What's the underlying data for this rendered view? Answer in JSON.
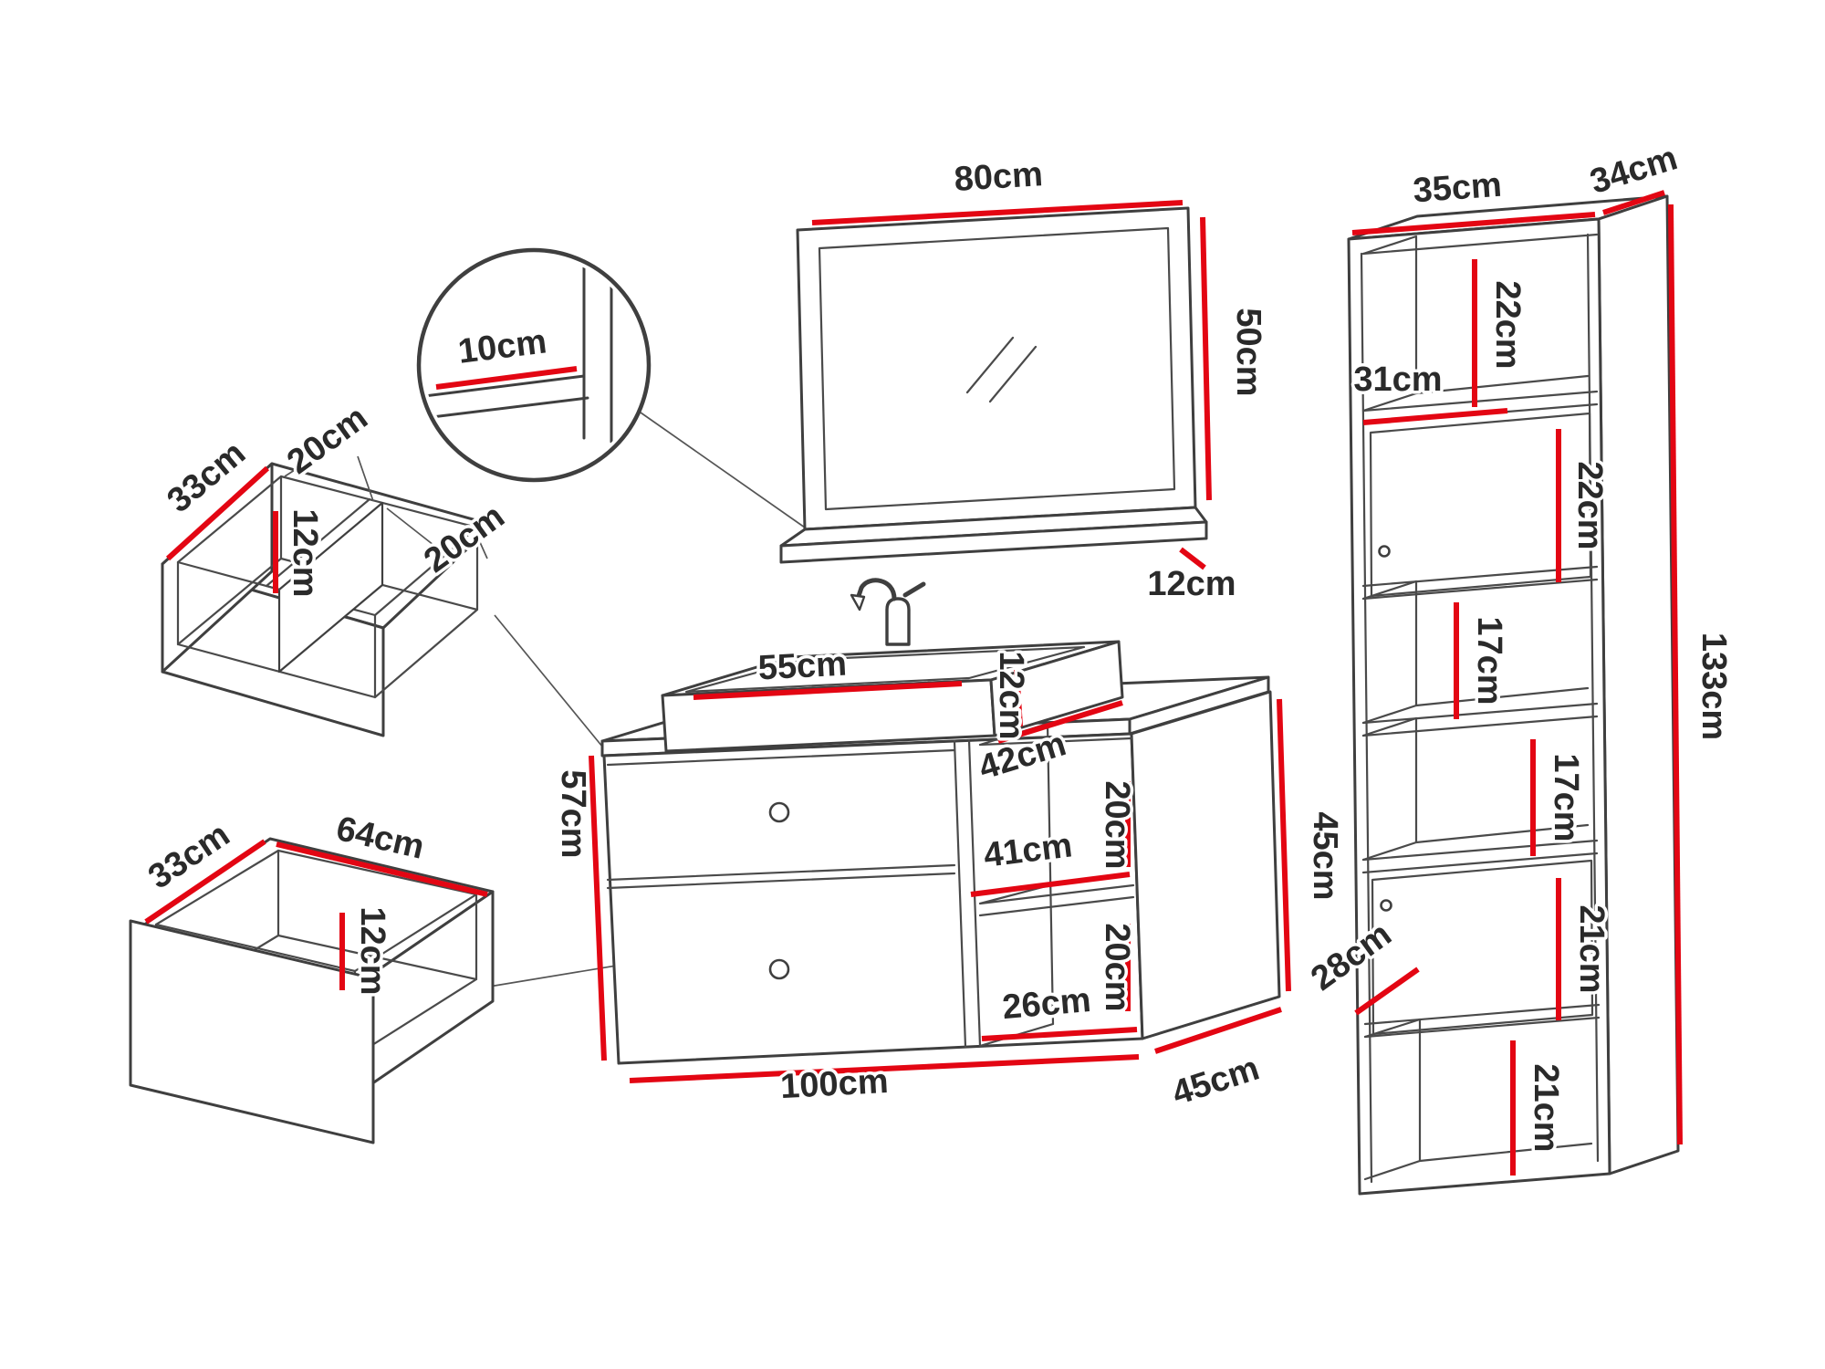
{
  "colors": {
    "line": "#3f3f3f",
    "dimension_red": "#e30613",
    "label_text": "#2a2a2a",
    "background": "#ffffff"
  },
  "mirror": {
    "width": "80cm",
    "height": "50cm",
    "ledge_depth": "12cm",
    "detail_shelf": "10cm"
  },
  "top_drawer": {
    "side_depth": "33cm",
    "left_compartment_width": "20cm",
    "inner_height": "12cm",
    "right_compartment_width": "20cm"
  },
  "bottom_drawer": {
    "side_depth": "33cm",
    "width": "64cm",
    "inner_height": "12cm"
  },
  "vanity": {
    "sink_width": "55cm",
    "sink_height": "12cm",
    "sink_depth": "42cm",
    "left_height": "57cm",
    "shelf_width": "41cm",
    "upper_shelf_height": "20cm",
    "right_height": "45cm",
    "lower_shelf_height": "20cm",
    "lower_shelf_width": "26cm",
    "width": "100cm",
    "depth": "45cm"
  },
  "tall_cabinet": {
    "width": "35cm",
    "depth": "34cm",
    "top_compartment": "22cm",
    "shelf_width": "31cm",
    "door_compartment": "22cm",
    "middle_compartment_1": "17cm",
    "middle_compartment_2": "17cm",
    "lower_door_compartment": "21cm",
    "inner_depth": "28cm",
    "bottom_compartment": "21cm",
    "height": "133cm"
  }
}
